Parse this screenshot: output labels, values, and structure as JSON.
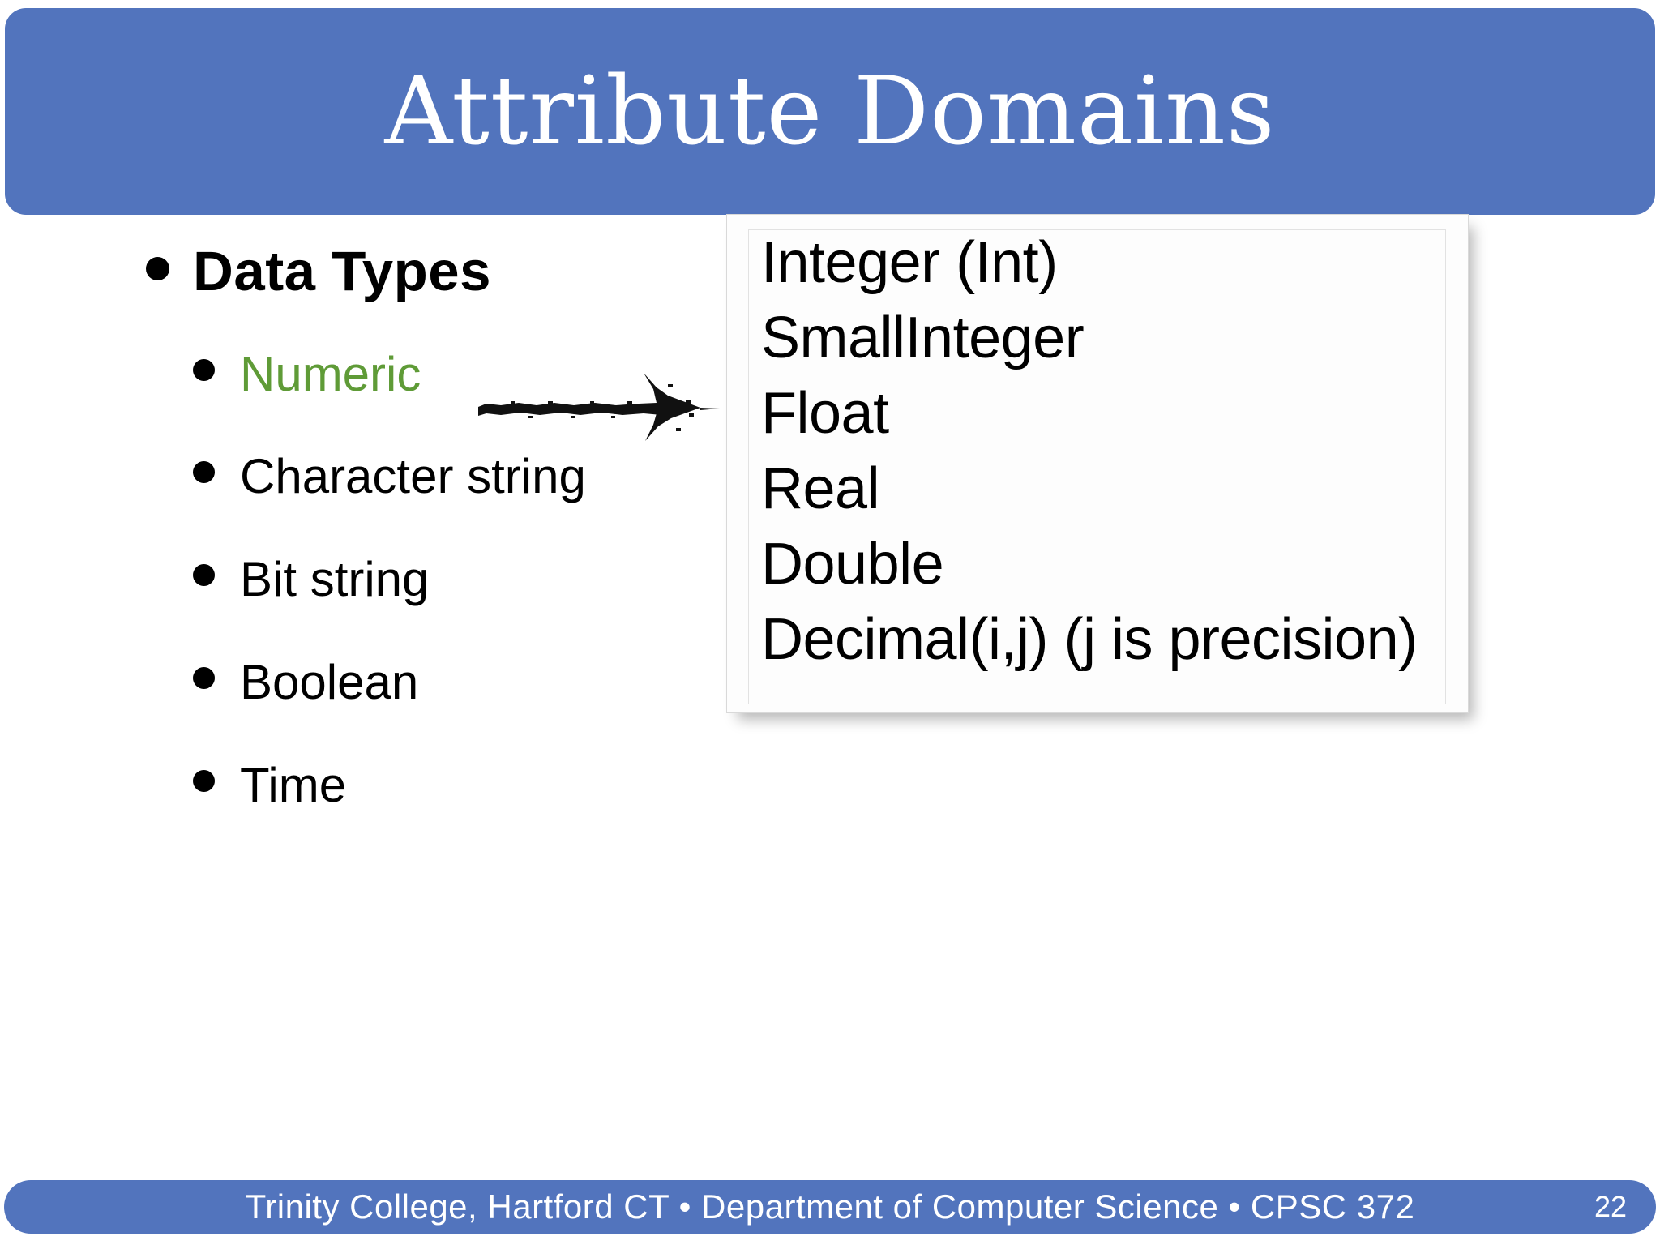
{
  "slide": {
    "title": "Attribute Domains",
    "accent_color": "#5274BD",
    "green_accent_color": "#5F9B37",
    "background_color": "#FFFFFF"
  },
  "bullets": [
    {
      "level": 1,
      "label": "Data Types",
      "color": "#000000",
      "bold": true
    },
    {
      "level": 2,
      "label": "Numeric",
      "color": "#5F9B37",
      "bold": false
    },
    {
      "level": 2,
      "label": "Character string",
      "color": "#000000",
      "bold": false
    },
    {
      "level": 2,
      "label": "Bit string",
      "color": "#000000",
      "bold": false
    },
    {
      "level": 2,
      "label": "Boolean",
      "color": "#000000",
      "bold": false
    },
    {
      "level": 2,
      "label": "Time",
      "color": "#000000",
      "bold": false
    }
  ],
  "arrow": {
    "icon": "right-arrow-sketch-icon",
    "direction": "right",
    "from_bullet": "Numeric",
    "to": "numeric-types-callout"
  },
  "callout": {
    "lines": [
      "Integer (Int)",
      "SmallInteger",
      "Float",
      "Real",
      "Double",
      "Decimal(i,j) (j is precision)"
    ]
  },
  "footer": {
    "text": "Trinity College, Hartford CT •  Department of Computer Science  •  CPSC 372",
    "page_number": "22"
  }
}
